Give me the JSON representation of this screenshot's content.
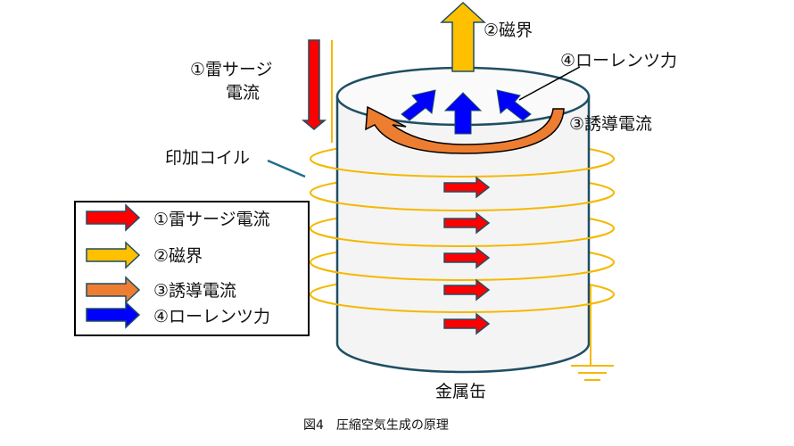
{
  "labels": {
    "surge_current_line1": "①雷サージ",
    "surge_current_line2": "電流",
    "magnetic_field": "②磁界",
    "lorentz_force": "④ローレンツ力",
    "induced_current": "③誘導電流",
    "coil": "印加コイル",
    "can": "金属缶"
  },
  "legend": [
    {
      "label": "①雷サージ電流",
      "color": "#ff0000"
    },
    {
      "label": "②磁界",
      "color": "#ffc000"
    },
    {
      "label": "③誘導電流",
      "color": "#ed7d31"
    },
    {
      "label": "④ローレンツ力",
      "color": "#0000ff"
    }
  ],
  "caption": "図4　圧縮空気生成の原理",
  "colors": {
    "coil": "#f5b800",
    "outline": "#1f4e64",
    "can_fill": "#f4f4f4"
  }
}
